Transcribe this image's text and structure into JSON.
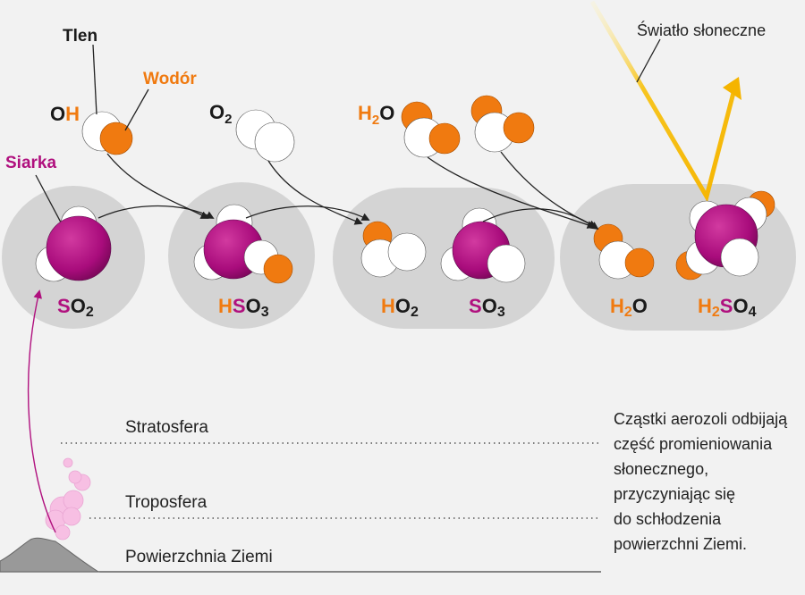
{
  "labels": {
    "tlen": "Tlen",
    "wodor": "Wodór",
    "siarka": "Siarka",
    "swiatlo": "Światło słoneczne"
  },
  "top_formulas": {
    "oh": {
      "o": "O",
      "h": "H"
    },
    "o2": {
      "o": "O",
      "sub": "2"
    },
    "h2o": {
      "h": "H",
      "sub": "2",
      "o": "O"
    }
  },
  "formulas": {
    "so2": {
      "s": "S",
      "o": "O",
      "sub": "2"
    },
    "hso3": {
      "h": "H",
      "s": "S",
      "o": "O",
      "sub": "3"
    },
    "ho2": {
      "h": "H",
      "o": "O",
      "sub": "2"
    },
    "so3": {
      "s": "S",
      "o": "O",
      "sub": "3"
    },
    "h2o": {
      "h": "H",
      "sub": "2",
      "o": "O"
    },
    "h2so4": {
      "h": "H",
      "sub1": "2",
      "s": "S",
      "o": "O",
      "sub2": "4"
    }
  },
  "layers": {
    "stratosfera": "Stratosfera",
    "troposfera": "Troposfera",
    "powierzchnia": "Powierzchnia Ziemi"
  },
  "note_lines": [
    "Cząstki aerozoli odbijają",
    "część promieniowania",
    "słonecznego,",
    "przyczyniając się",
    "do schłodzenia",
    "powierzchni Ziemi."
  ],
  "colors": {
    "hydrogen": "#f07a10",
    "sulfur": "#b0107e",
    "oxygen": "#ffffff",
    "sunlight": "#f5b400",
    "bubble": "#d4d4d4"
  }
}
